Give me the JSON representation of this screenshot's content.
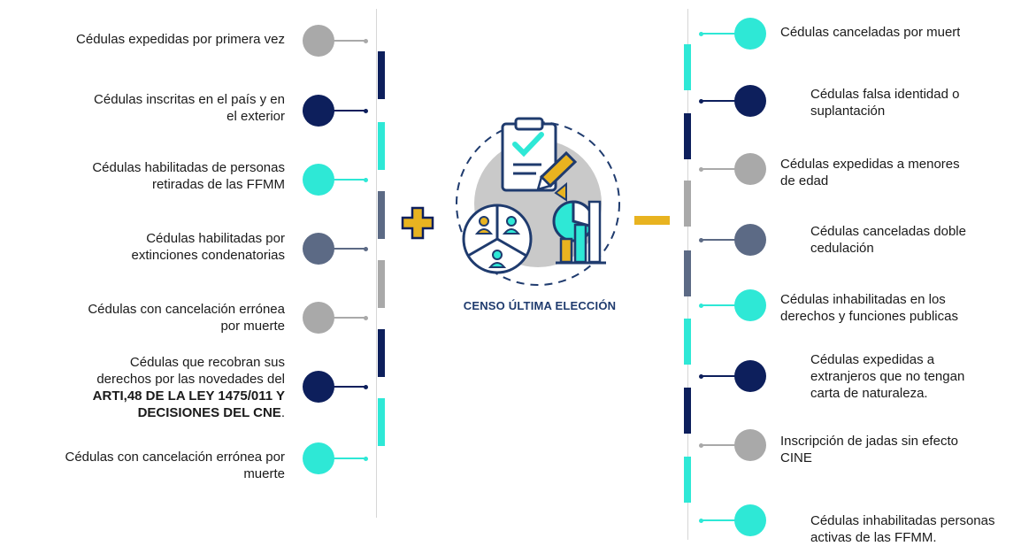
{
  "colors": {
    "navy": "#0d1f5c",
    "cyan": "#2ee8d6",
    "gray": "#a9a9a9",
    "slate": "#5c6a85",
    "accent": "#e8b320"
  },
  "plus_symbol": "plus-icon",
  "minus_symbol": "minus-icon",
  "center": {
    "title": "CENSO ÚLTIMA ELECCIÓN",
    "icons": [
      "checklist-icon",
      "pencil-icon",
      "people-groups-icon",
      "pie-chart-icon",
      "bar-chart-icon"
    ]
  },
  "left_items": [
    {
      "lines": [
        "Cédulas expedidas por primera vez"
      ],
      "color": "gray"
    },
    {
      "lines": [
        "Cédulas inscritas en el país y en",
        "el exterior"
      ],
      "color": "navy"
    },
    {
      "lines": [
        "Cédulas habilitadas de personas",
        "retiradas de las FFMM"
      ],
      "color": "cyan"
    },
    {
      "lines": [
        "Cédulas habilitadas por",
        "extinciones condenatorias"
      ],
      "color": "slate"
    },
    {
      "lines": [
        "Cédulas con cancelación errónea",
        "por muerte"
      ],
      "color": "gray"
    },
    {
      "lines": [
        "Cédulas que recobran sus",
        "derechos por las novedades del"
      ],
      "bold_lines": [
        "ARTI,48 DE LA LEY 1475/011 Y",
        "DECISIONES DEL CNE"
      ],
      "bold_tail": ".",
      "color": "navy"
    },
    {
      "lines": [
        "Cédulas con cancelación errónea por",
        "muerte"
      ],
      "color": "cyan"
    }
  ],
  "right_items": [
    {
      "lines": [
        "Cédulas canceladas por muert"
      ],
      "color": "cyan"
    },
    {
      "lines": [
        "Cédulas falsa identidad o",
        "suplantación"
      ],
      "color": "navy"
    },
    {
      "lines": [
        "Cédulas expedidas a menores",
        "de edad"
      ],
      "color": "gray"
    },
    {
      "lines": [
        "Cédulas canceladas doble",
        "cedulación"
      ],
      "color": "slate"
    },
    {
      "lines": [
        "Cédulas inhabilitadas en los",
        "derechos y funciones publicas"
      ],
      "color": "cyan"
    },
    {
      "lines": [
        "Cédulas expedidas a",
        "extranjeros que no tengan",
        "carta de naturaleza."
      ],
      "color": "navy"
    },
    {
      "lines": [
        "Inscripción de jadas sin efecto",
        "CINE"
      ],
      "color": "gray"
    },
    {
      "lines": [
        "Cédulas inhabilitadas personas",
        "activas de las FFMM."
      ],
      "color": "cyan"
    }
  ]
}
